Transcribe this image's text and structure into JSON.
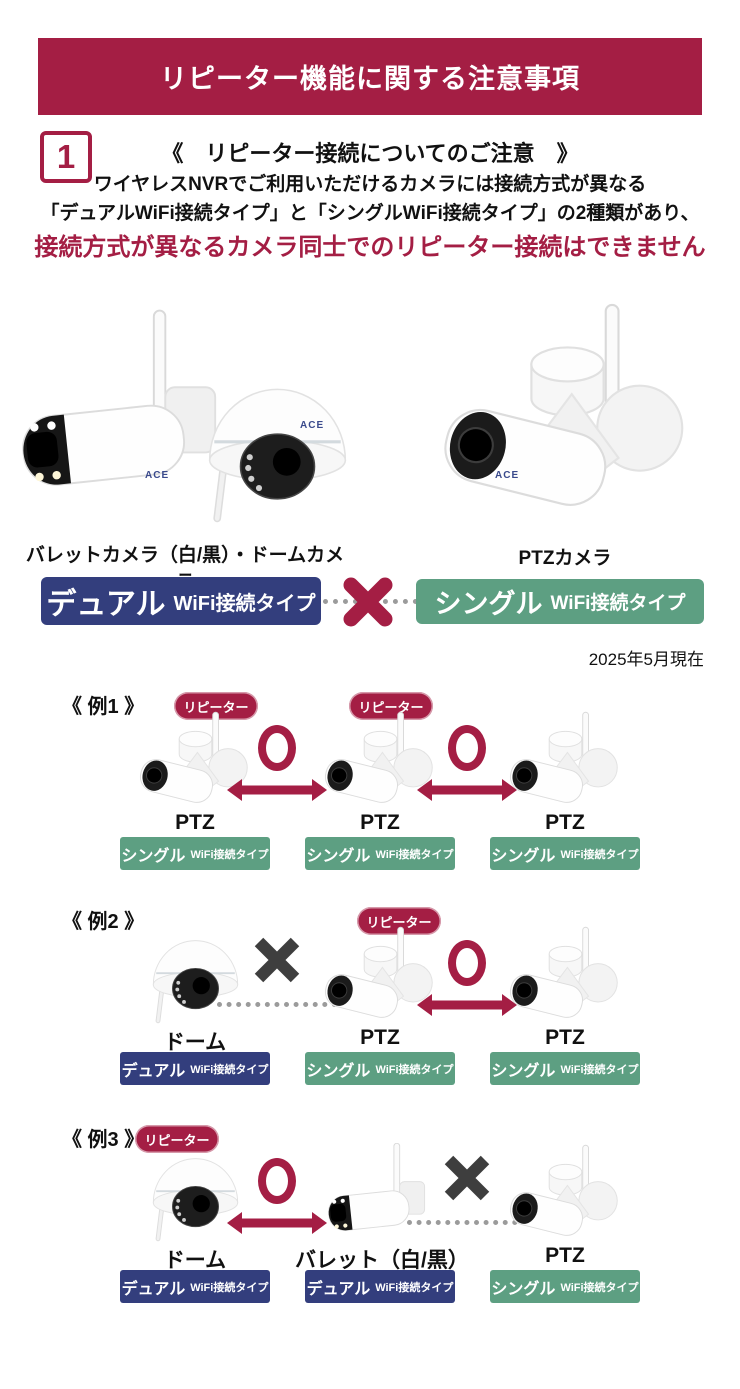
{
  "colors": {
    "crimson": "#A41E44",
    "navy": "#333E7D",
    "green": "#5D9F82",
    "x_gray": "#3E3E3E",
    "dot_gray": "#9B9B9B"
  },
  "header": {
    "title": "リピーター機能に関する注意事項"
  },
  "notice": {
    "number": "1",
    "heading": "《　リピーター接続についてのご注意　》",
    "line1": "ワイヤレスNVRでご利用いただけるカメラには接続方式が異なる",
    "line2": "「デュアルWiFi接続タイプ」と「シングルWiFi接続タイプ」の2種類があり、",
    "line3": "接続方式が異なるカメラ同士でのリピーター接続はできません"
  },
  "figures": {
    "left_label": "バレットカメラ（白/黒）・ドームカメラ",
    "right_label": "PTZカメラ",
    "brand": "ACE"
  },
  "type_badges": {
    "dual": {
      "name": "デュアル",
      "suffix": "WiFi接続タイプ"
    },
    "single": {
      "name": "シングル",
      "suffix": "WiFi接続タイプ"
    }
  },
  "date_note": "2025年5月現在",
  "repeater_label": "リピーター",
  "examples": [
    {
      "heading": "《 例1 》",
      "items": [
        {
          "camera": "ptz",
          "label": "PTZ",
          "type": "single",
          "repeater": true
        },
        {
          "camera": "ptz",
          "label": "PTZ",
          "type": "single",
          "repeater": true
        },
        {
          "camera": "ptz",
          "label": "PTZ",
          "type": "single",
          "repeater": false
        }
      ],
      "connections": [
        {
          "result": "ok"
        },
        {
          "result": "ok"
        }
      ]
    },
    {
      "heading": "《 例2 》",
      "items": [
        {
          "camera": "dome",
          "label": "ドーム",
          "type": "dual",
          "repeater": false
        },
        {
          "camera": "ptz",
          "label": "PTZ",
          "type": "single",
          "repeater": true
        },
        {
          "camera": "ptz",
          "label": "PTZ",
          "type": "single",
          "repeater": false
        }
      ],
      "connections": [
        {
          "result": "ng"
        },
        {
          "result": "ok"
        }
      ]
    },
    {
      "heading": "《 例3 》",
      "items": [
        {
          "camera": "dome",
          "label": "ドーム",
          "type": "dual",
          "repeater": true
        },
        {
          "camera": "bullet",
          "label": "バレット（白/黒）",
          "type": "dual",
          "repeater": false
        },
        {
          "camera": "ptz",
          "label": "PTZ",
          "type": "single",
          "repeater": false
        }
      ],
      "connections": [
        {
          "result": "ok"
        },
        {
          "result": "ng"
        }
      ]
    }
  ]
}
